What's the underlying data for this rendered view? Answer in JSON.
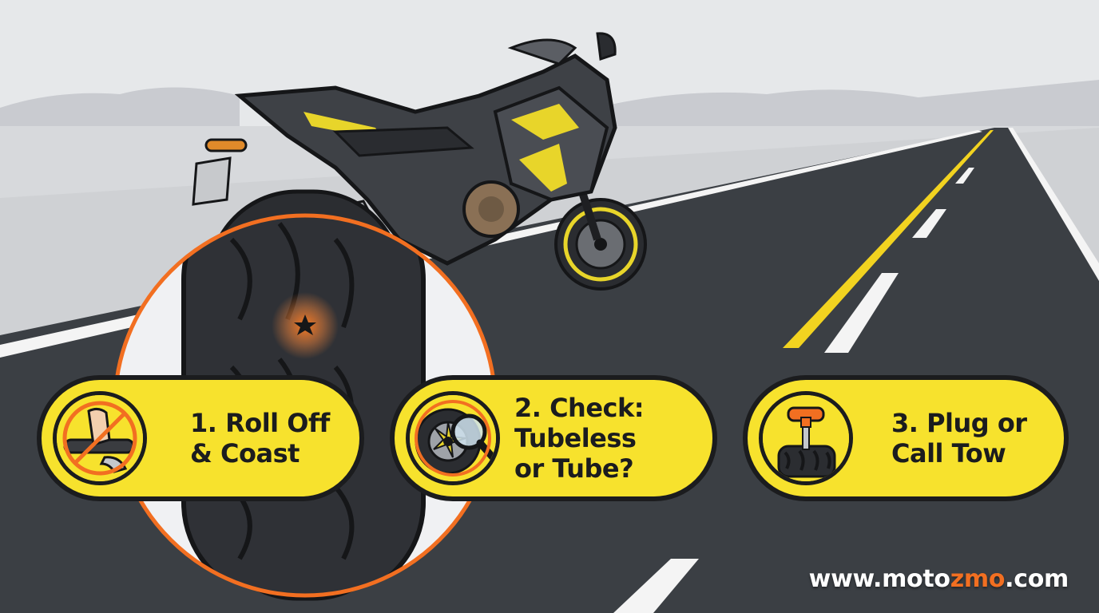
{
  "steps": [
    {
      "label_line1": "1. Roll Off",
      "label_line2": "& Coast",
      "label_line3": "",
      "icon": "no-throttle-hand-icon"
    },
    {
      "label_line1": "2. Check:",
      "label_line2": "Tubeless",
      "label_line3": "or Tube?",
      "icon": "wheel-magnifier-icon"
    },
    {
      "label_line1": "3. Plug or",
      "label_line2": "Call Tow",
      "label_line3": "",
      "icon": "tire-plug-tool-icon"
    }
  ],
  "website": {
    "prefix": "www.moto",
    "highlight": "zmo",
    "suffix": ".com"
  },
  "colors": {
    "accent_yellow": "#f7e22d",
    "accent_orange": "#f26f21",
    "road": "#3b3f44",
    "outline": "#1b1c1e",
    "sky": "#e4e6e8"
  },
  "illustration": {
    "subject": "motorcycle-on-road-icon",
    "puncture_callout": "tire-puncture-icon"
  }
}
